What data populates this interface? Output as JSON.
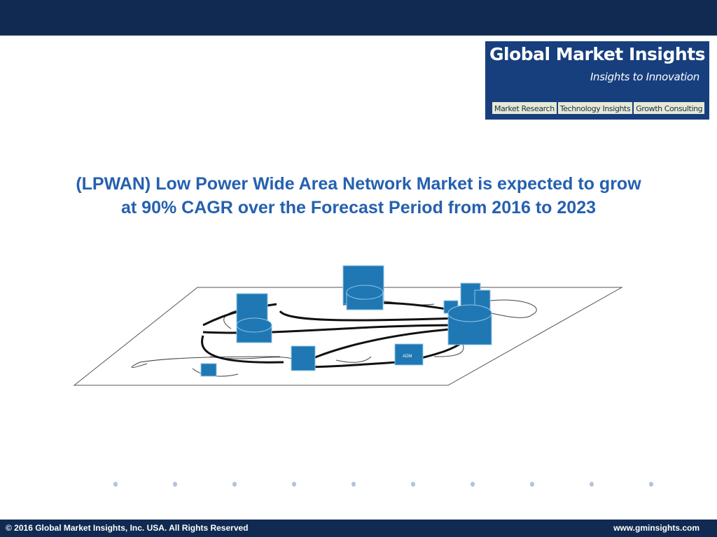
{
  "logo": {
    "title": "Global Market Insights",
    "tagline": "Insights to Innovation",
    "tags": [
      "Market Research",
      "Technology Insights",
      "Growth Consulting"
    ]
  },
  "headline": {
    "line1": "(LPWAN) Low Power Wide Area Network Market is expected to grow",
    "line2": "at 90% CAGR over the Forecast Period from 2016 to 2023"
  },
  "diagram": {
    "description": "network-topology-illustration",
    "device_label": "ADM"
  },
  "pagination_dots": 10,
  "footer": {
    "copyright": "© 2016 Global Market Insights, Inc. USA.  All Rights Reserved",
    "website": "www.gminsights.com"
  },
  "colors": {
    "bar": "#102a52",
    "headline": "#2560b0",
    "logo_bg": "#173f7e",
    "device": "#1f78b4"
  }
}
